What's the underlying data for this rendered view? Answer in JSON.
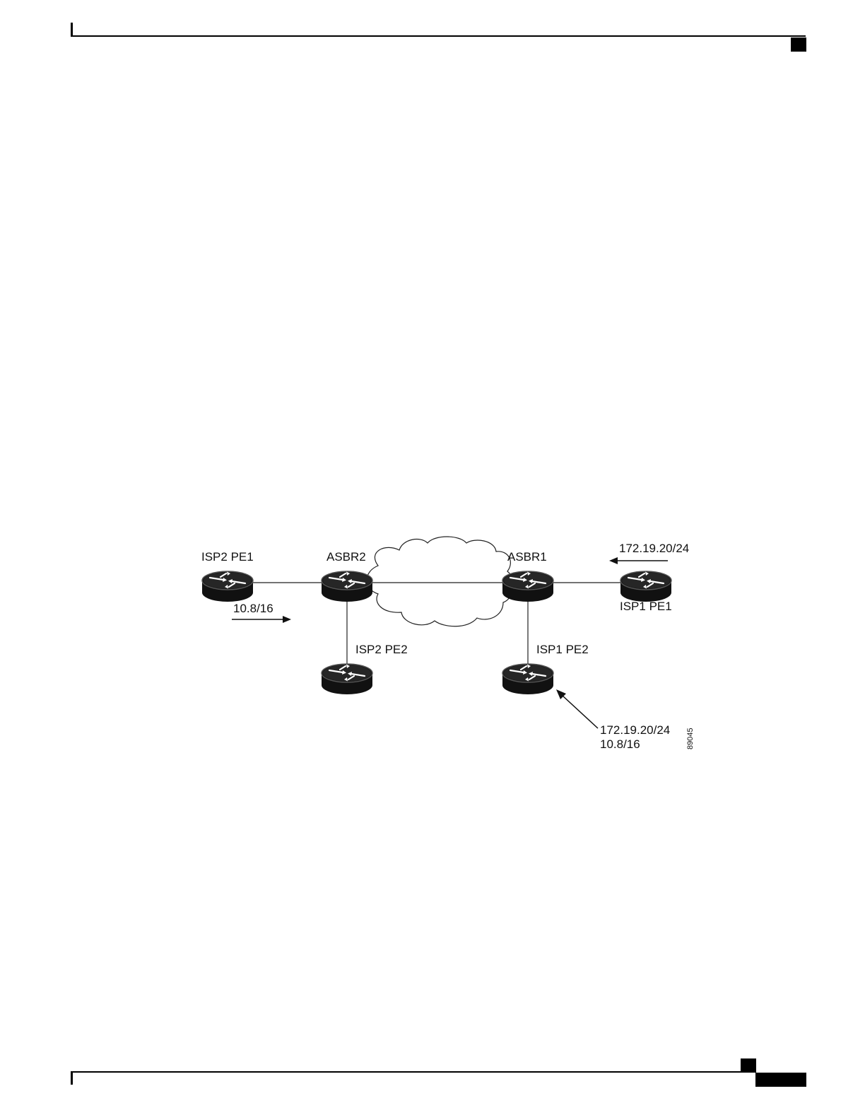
{
  "diagram": {
    "routers": [
      {
        "id": "isp2-pe1",
        "label": "ISP2 PE1"
      },
      {
        "id": "asbr2",
        "label": "ASBR2"
      },
      {
        "id": "asbr1",
        "label": "ASBR1"
      },
      {
        "id": "isp1-pe1",
        "label": "ISP1 PE1"
      },
      {
        "id": "isp2-pe2",
        "label": "ISP2 PE2"
      },
      {
        "id": "isp1-pe2",
        "label": "ISP1 PE2"
      }
    ],
    "links": [
      {
        "from": "isp2-pe1",
        "to": "asbr2"
      },
      {
        "from": "asbr2",
        "to": "isp2-pe2"
      },
      {
        "from": "asbr2",
        "to": "asbr1"
      },
      {
        "from": "asbr1",
        "to": "isp1-pe1"
      },
      {
        "from": "asbr1",
        "to": "isp1-pe2"
      }
    ],
    "route_labels": {
      "isp2_prefix": "10.8/16",
      "isp1_prefix": "172.19.20/24",
      "isp1_pe2_prefix_line1": "172.19.20/24",
      "isp1_pe2_prefix_line2": "10.8/16"
    },
    "figure_id": "89045"
  }
}
